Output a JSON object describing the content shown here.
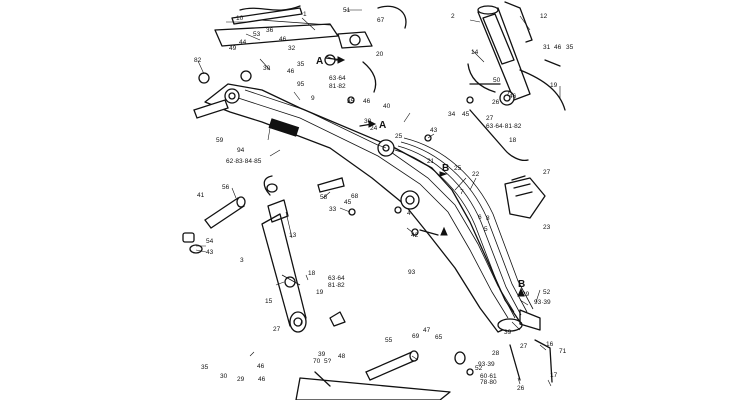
{
  "labels": [
    "10",
    "1",
    "51",
    "67",
    "2",
    "12",
    "36",
    "53",
    "44",
    "46",
    "32",
    "49",
    "20",
    "35",
    "31",
    "46",
    "35",
    "14",
    "82",
    "30",
    "46",
    "A",
    "63·64",
    "81·82",
    "50",
    "19",
    "46",
    "26",
    "95",
    "9",
    "35",
    "46",
    "34",
    "45",
    "27",
    "40",
    "30",
    "63·64·81·82",
    "59",
    "24",
    "25",
    "43",
    "18",
    "94",
    "A",
    "62·83·84·85",
    "21",
    "25",
    "B",
    "22",
    "27",
    "7",
    "41",
    "56",
    "68",
    "45",
    "33",
    "58",
    "6",
    "8",
    "5",
    "23",
    "42",
    "4",
    "54",
    "43",
    "13",
    "3",
    "93",
    "B",
    "18",
    "63·64",
    "81·82",
    "19",
    "29",
    "52",
    "93·39",
    "15",
    "27",
    "48",
    "39",
    "5?",
    "70",
    "69",
    "47",
    "55",
    "39",
    "65",
    "16",
    "28",
    "27",
    "71",
    "35",
    "30",
    "93·39",
    "52",
    "46",
    "60·61",
    "78·80",
    "17",
    "29",
    "46",
    "26"
  ]
}
